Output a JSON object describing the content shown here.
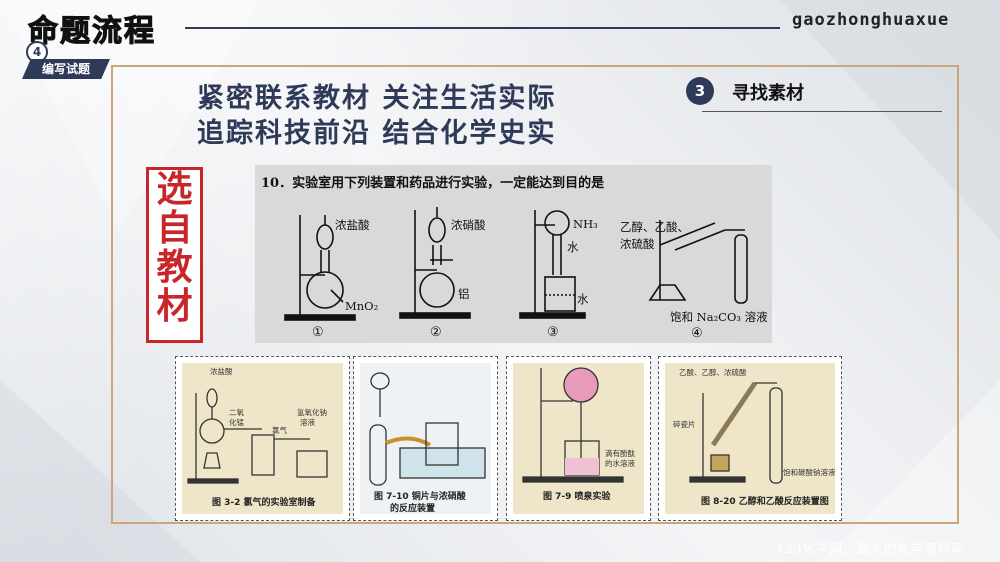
{
  "header": {
    "title": "命题流程",
    "brand": "gaozhonghuaxue"
  },
  "step": {
    "number": "4",
    "label": "编写试题"
  },
  "slogans": [
    "紧密联系教材  关注生活实际",
    "追踪科技前沿  结合化学史实"
  ],
  "find": {
    "number": "3",
    "label": "寻找素材"
  },
  "source_tag": [
    "选",
    "自",
    "教",
    "材"
  ],
  "question": {
    "text": "10．实验室用下列装置和药品进行实验，一定能达到目的是",
    "options": [
      {
        "num": "①",
        "labels": [
          "浓盐酸",
          "MnO₂"
        ]
      },
      {
        "num": "②",
        "labels": [
          "浓硝酸",
          "铝"
        ]
      },
      {
        "num": "③",
        "labels": [
          "NH₃",
          "水",
          "水"
        ]
      },
      {
        "num": "④",
        "labels": [
          "乙醇、乙酸、",
          "浓硫酸",
          "饱和 Na₂CO₃ 溶液"
        ]
      }
    ]
  },
  "figures": [
    {
      "caption": "图 3-2   氯气的实验室制备",
      "labels": [
        "浓盐酸",
        "二氧",
        "化锰",
        "氯气",
        "氢氧化钠",
        "溶液"
      ]
    },
    {
      "caption": "图 7-10   铜片与浓硝酸",
      "caption2": "的反应装置"
    },
    {
      "caption": "图 7-9   喷泉实验",
      "labels": [
        "滴有酚酞",
        "的水溶液"
      ]
    },
    {
      "caption": "图 8-20   乙醇和乙酸反应装置图",
      "labels": [
        "乙酸、乙醇、浓硫酸",
        "碎瓷片",
        "饱和碳酸钠溶液"
      ]
    }
  ],
  "watermark": "123化学网，最大的化学资料库",
  "colors": {
    "navy": "#2f3a58",
    "red": "#c9262c",
    "gold": "#c9a77a"
  }
}
